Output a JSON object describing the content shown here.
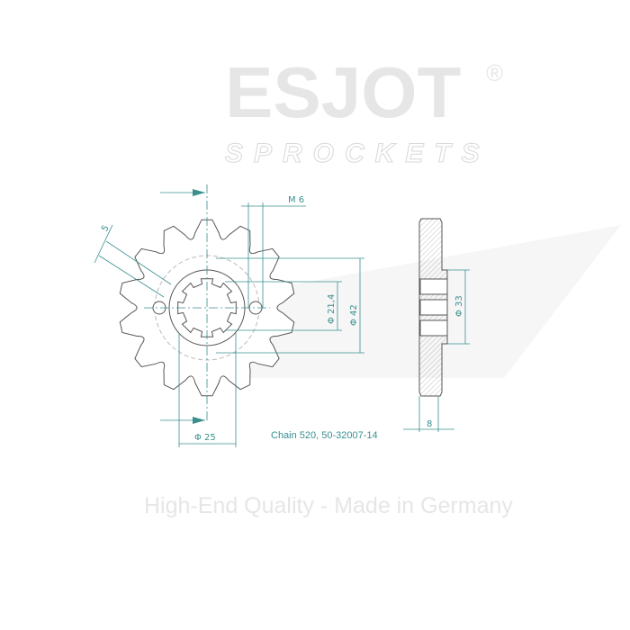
{
  "watermark": {
    "brand": "ESJOT",
    "registered": "®",
    "sub": "SPROCKETS",
    "tagline": "High-End Quality - Made in Germany"
  },
  "drawing": {
    "teeth": 14,
    "dimensions": {
      "offset_label": "5",
      "bolt_label": "M 6",
      "inner_dia": "Φ 21,4",
      "outer_dia": "Φ 42",
      "hub_dia": "Φ 25",
      "side_dia": "Φ 33",
      "thickness": "8"
    },
    "caption": "Chain 520, 50-32007-14"
  },
  "colors": {
    "dimension": "#3b8f8f",
    "outline": "#555555",
    "watermark": "#e6e6e6"
  }
}
